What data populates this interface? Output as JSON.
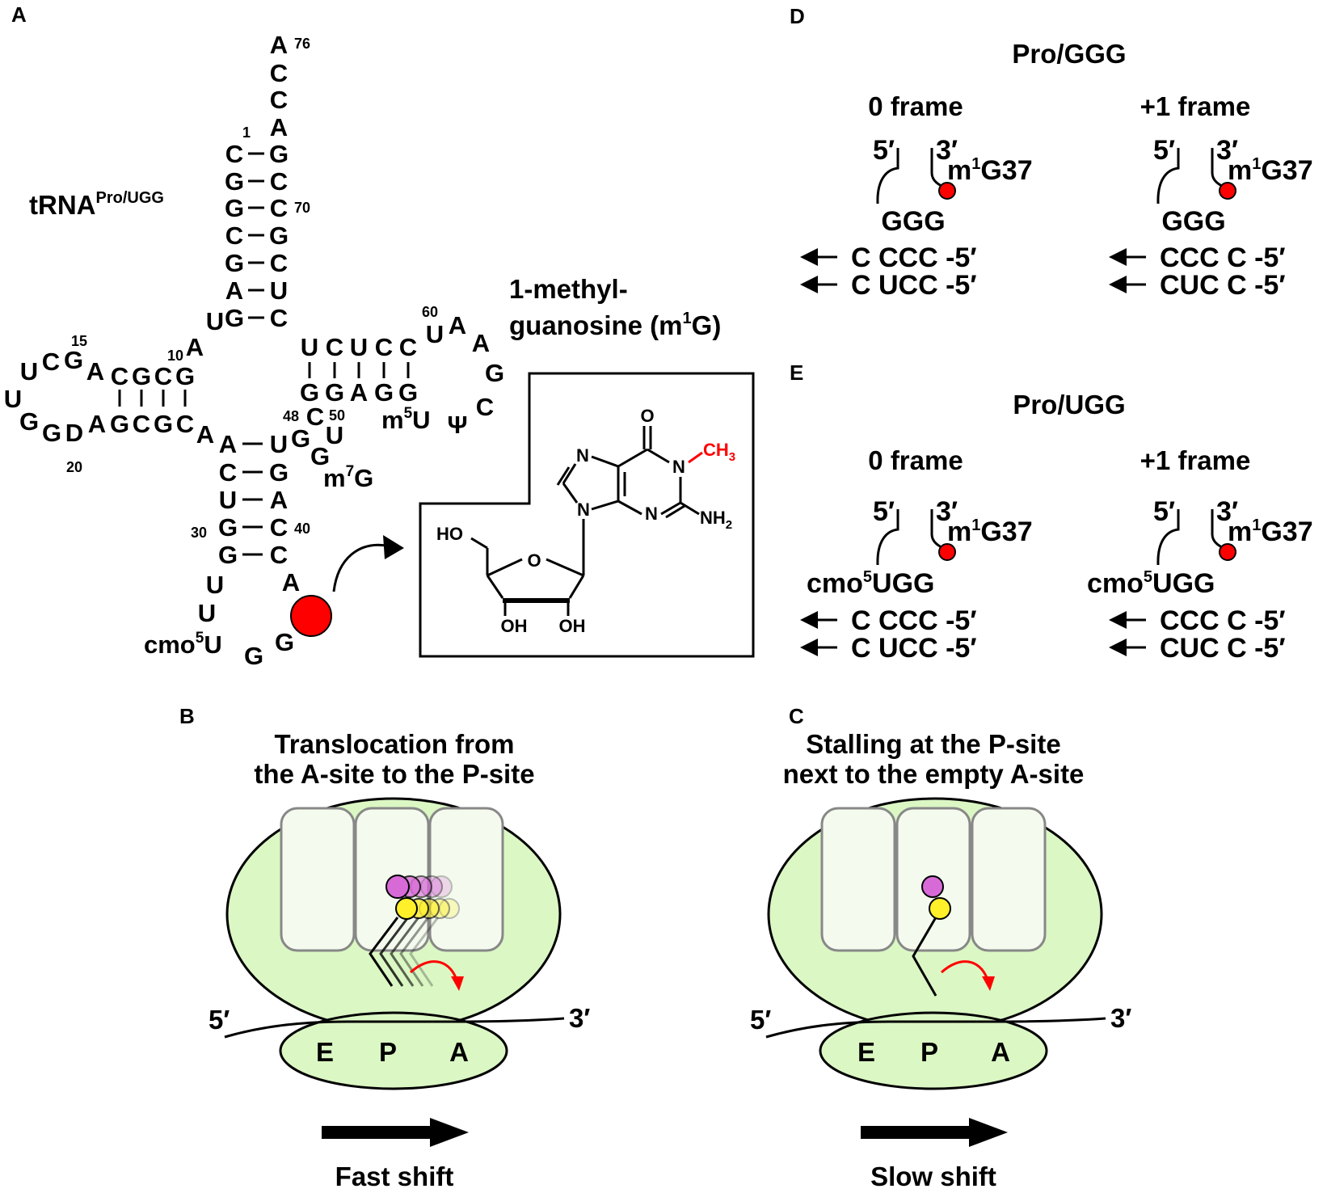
{
  "panel_labels": {
    "a": "A",
    "b": "B",
    "c": "C",
    "d": "D",
    "e": "E"
  },
  "trna": {
    "name": "tRNA",
    "superscript": "Pro/UGG",
    "nucleotides": {
      "A76": "A",
      "C75": "C",
      "C74": "C",
      "A73": "A",
      "acc5": [
        "C",
        "G",
        "G",
        "C",
        "G",
        "A",
        "G"
      ],
      "acc3": [
        "G",
        "C",
        "C",
        "G",
        "C",
        "U",
        "C"
      ],
      "U8": "U",
      "A9": "A",
      "d_top": [
        "U",
        "C",
        "G",
        "A",
        "C",
        "G",
        "C",
        "G"
      ],
      "d_bot": [
        "U",
        "G",
        "G",
        "D",
        "A",
        "G",
        "C",
        "G",
        "C",
        "A"
      ],
      "ac_stem5": [
        "C",
        "U",
        "G",
        "G"
      ],
      "ac_stem3": [
        "G",
        "A",
        "C",
        "C"
      ],
      "A27": "A",
      "U31": "U",
      "U32": "U",
      "cmo": "cmo",
      "cmo_sup": "5",
      "cmo_u": "U",
      "G35": "G",
      "G36": "G",
      "A38": "A",
      "U39": "U",
      "G46": "G",
      "G47": "G",
      "m7G_m": "m",
      "m7G_sup": "7",
      "m7G_g": "G",
      "C48": "C",
      "U47": "U",
      "t_top": [
        "U",
        "C",
        "U",
        "C",
        "C",
        "U",
        "A",
        "A"
      ],
      "t_bot": [
        "G",
        "G",
        "A",
        "G",
        "G"
      ],
      "G57": "G",
      "C56": "C",
      "psi": "Ψ",
      "m5U_m": "m",
      "m5U_sup": "5",
      "m5U_u": "U"
    },
    "numbers": {
      "n1": "1",
      "n10": "10",
      "n15": "15",
      "n20": "20",
      "n30": "30",
      "n40": "40",
      "n48": "48",
      "n50": "50",
      "n60": "60",
      "n70": "70",
      "n76": "76"
    }
  },
  "m1g": {
    "title_line1": "1-methyl-",
    "title_line2_a": "guanosine (m",
    "title_line2_sup": "1",
    "title_line2_b": "G)",
    "atoms": {
      "o_top": "O",
      "n1": "N",
      "ch3": "CH",
      "ch3_sub": "3",
      "n7": "N",
      "n9": "N",
      "n3": "N",
      "nh2": "NH",
      "nh2_sub": "2",
      "ho": "HO",
      "o_ring": "O",
      "oh1": "OH",
      "oh2": "OH"
    }
  },
  "panel_b": {
    "title_line1": "Translocation from",
    "title_line2": "the A-site to the P-site",
    "five": "5′",
    "three": "3′",
    "sites": [
      "E",
      "P",
      "A"
    ],
    "caption": "Fast shift"
  },
  "panel_c": {
    "title_line1": "Stalling at the P-site",
    "title_line2": "next to the empty A-site",
    "five": "5′",
    "three": "3′",
    "sites": [
      "E",
      "P",
      "A"
    ],
    "caption": "Slow shift"
  },
  "panel_d": {
    "title": "Pro/GGG",
    "zero": {
      "frame": "0 frame",
      "five": "5′",
      "three": "3′",
      "mod_m": "m",
      "mod_sup": "1",
      "mod_g": "G37",
      "anticodon": "GGG",
      "codon1": "C CCC -5′",
      "codon2": "C UCC -5′"
    },
    "plus": {
      "frame": "+1 frame",
      "five": "5′",
      "three": "3′",
      "mod_m": "m",
      "mod_sup": "1",
      "mod_g": "G37",
      "anticodon": "GGG",
      "codon1": "CCC C -5′",
      "codon2": "CUC C -5′"
    }
  },
  "panel_e": {
    "title": "Pro/UGG",
    "zero": {
      "frame": "0 frame",
      "five": "5′",
      "three": "3′",
      "mod_m": "m",
      "mod_sup": "1",
      "mod_g": "G37",
      "anticodon_a": "cmo",
      "anticodon_sup": "5",
      "anticodon_b": "UGG",
      "codon1": "C CCC -5′",
      "codon2": "C UCC -5′"
    },
    "plus": {
      "frame": "+1 frame",
      "five": "5′",
      "three": "3′",
      "mod_m": "m",
      "mod_sup": "1",
      "mod_g": "G37",
      "anticodon_a": "cmo",
      "anticodon_sup": "5",
      "anticodon_b": "UGG",
      "codon1": "CCC C -5′",
      "codon2": "CUC C -5′"
    }
  },
  "colors": {
    "methyl": "#ff0000",
    "ribosome": "#dbf7c4",
    "site_box": "#f4fbee",
    "pink": "#d86ad8",
    "yellow": "#fff02a"
  }
}
